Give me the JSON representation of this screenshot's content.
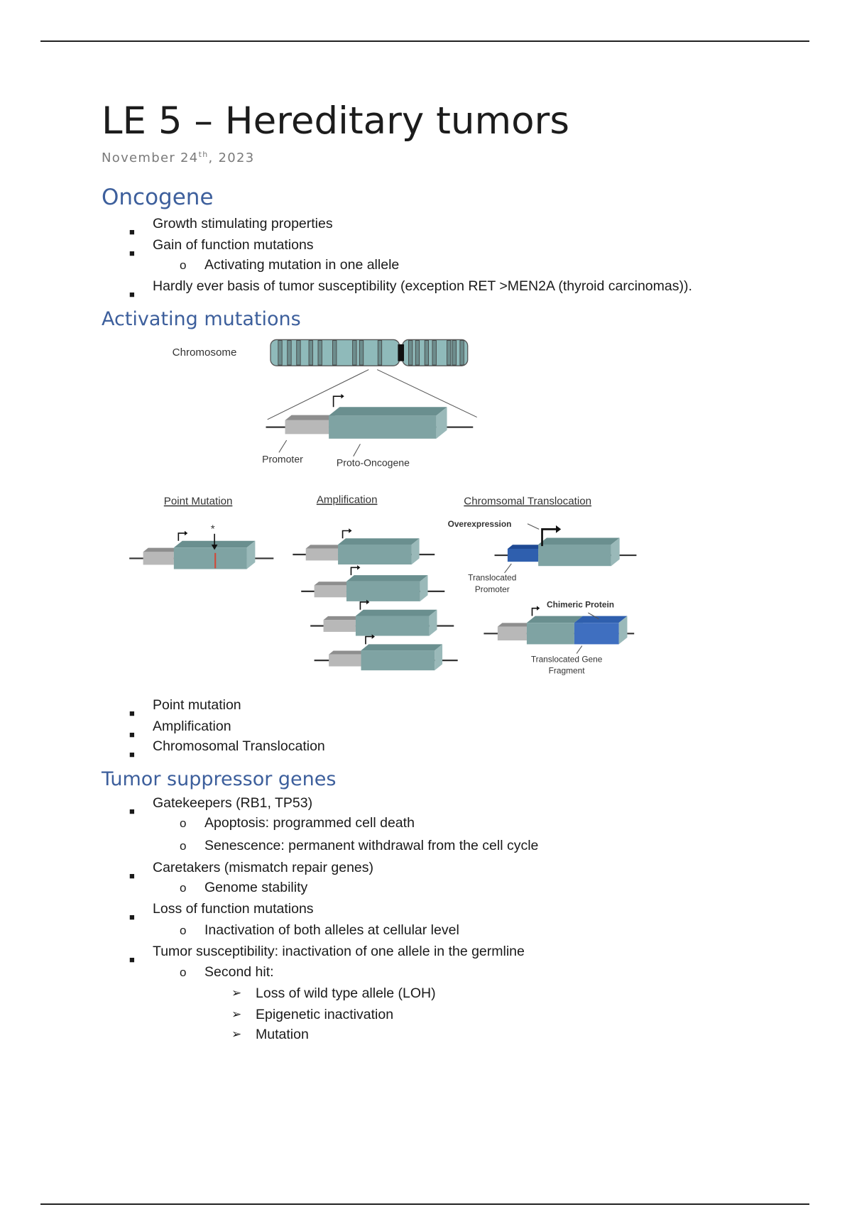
{
  "document": {
    "title": "LE 5 – Hereditary tumors",
    "date_prefix": "November 24",
    "date_sup": "th",
    "date_suffix": ", 2023"
  },
  "oncogene": {
    "heading": "Oncogene",
    "items": [
      "Growth stimulating properties",
      "Gain of function mutations",
      "Activating mutation in one allele",
      "Hardly ever basis of tumor susceptibility (exception RET >MEN2A (thyroid carcinomas))."
    ]
  },
  "activating": {
    "heading": "Activating mutations",
    "figure": {
      "chromosome": "Chromosome",
      "promoter": "Promoter",
      "proto_oncogene": "Proto-Oncogene",
      "point_mutation": "Point Mutation",
      "amplification": "Amplification",
      "translocation": "Chromsomal Translocation",
      "star": "*",
      "overexpression": "Overexpression",
      "translocated_promoter_1": "Translocated",
      "translocated_promoter_2": "Promoter",
      "chimeric_protein": "Chimeric Protein",
      "translocated_gene_1": "Translocated Gene",
      "translocated_gene_2": "Fragment",
      "colors": {
        "gene": "#7fa3a3",
        "gene_top": "#6a8f8f",
        "promoter": "#b8b8b8",
        "blue": "#2f5fae",
        "mutation": "#d04a3a"
      }
    },
    "items": [
      "Point mutation",
      "Amplification",
      "Chromosomal Translocation"
    ]
  },
  "tsg": {
    "heading": "Tumor suppressor genes",
    "items": [
      "Gatekeepers (RB1, TP53)",
      "Apoptosis: programmed cell death",
      "Senescence: permanent withdrawal from the cell cycle",
      "Caretakers (mismatch repair genes)",
      "Genome stability",
      "Loss of function mutations",
      "Inactivation of both alleles at cellular level",
      "Tumor susceptibility: inactivation of one allele in the germline",
      "Second hit:",
      "Loss of wild type allele (LOH)",
      "Epigenetic inactivation",
      "Mutation"
    ]
  }
}
